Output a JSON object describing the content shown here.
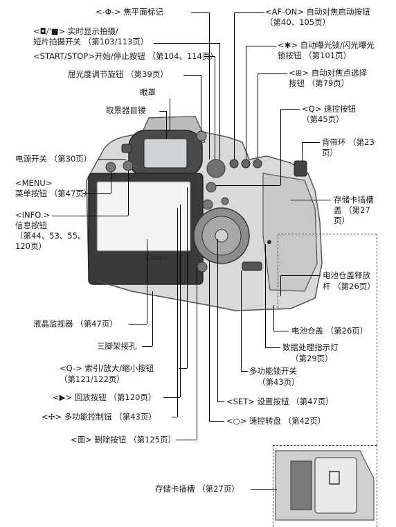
{
  "labels": {
    "focal_plane_mark": "<-Φ-> 焦平面标记",
    "live_view_switch_l1": "<◘/'■> 实时显示拍摄/",
    "live_view_switch_l2": "短片拍摄开关 （第103/113页）",
    "start_stop_button": "<START/STOP>开始/停止按钮 （第104、114页）",
    "diopter_knob": "屈光度调节旋钮 （第39页）",
    "eyecup": "眼罩",
    "viewfinder_eyepiece": "取景器目镜",
    "power_switch": "电源开关 （第30页）",
    "menu_button_l1": "<MENU>",
    "menu_button_l2": "菜单按钮 （第47页）",
    "info_button_l1": "<INFO.>",
    "info_button_l2": "信息按钮",
    "info_button_l3": "（第44、53、55、",
    "info_button_l4": "120页）",
    "af_on_l1": "<AF-ON> 自动对焦启动按钮",
    "af_on_l2": "（第40、105页）",
    "ae_lock_l1": "<✱> 自动曝光锁/闪光曝光",
    "ae_lock_l2": "锁按钮 （第101页）",
    "af_point_l1": "<⊞> 自动对焦点选择",
    "af_point_l2": "按钮 （第79页）",
    "quick_control_l1": "<Q> 速控按钮",
    "quick_control_l2": "（第45页）",
    "strap_mount_l1": "背带环 （第23",
    "strap_mount_l2": "页）",
    "card_cover_l1": "存储卡插槽",
    "card_cover_l2": "盖 （第27",
    "card_cover_l3": "页）",
    "battery_release_l1": "电池仓盖释放",
    "battery_release_l2": "杆 （第26页）",
    "lcd_monitor": "液晶监视器 （第47页）",
    "battery_cover": "电池仓盖 （第26页）",
    "tripod_socket": "三脚架接孔",
    "access_lamp_l1": "数据处理指示灯",
    "access_lamp_l2": "（第29页）",
    "index_button_l1": "<Q-> 索引/放大/缩小按钮",
    "index_button_l2": "（第121/122页）",
    "multi_lock_l1": "多功能锁开关",
    "multi_lock_l2": "（第43页）",
    "playback_button": "<▶> 回放按钮 （第120页）",
    "set_button": "<SET> 设置按钮 （第47页）",
    "multi_controller": "<✣> 多功能控制钮 （第43页）",
    "quick_dial": "<○> 速控转盘 （第42页）",
    "erase_button": "<面> 删除按钮 （第125页）",
    "card_slot": "存储卡插槽 （第27页）"
  },
  "camera": {
    "brand": "Canon"
  }
}
